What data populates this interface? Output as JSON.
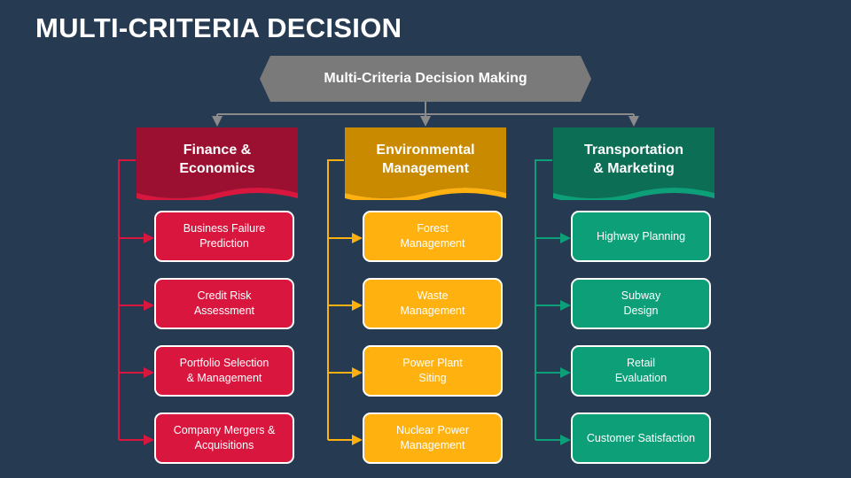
{
  "title": "MULTI-CRITERIA DECISION",
  "root": "Multi-Criteria Decision Making",
  "colors": {
    "background": "#263a52",
    "root": "#7a7a7a",
    "finance_head": "#9b1030",
    "finance_node": "#d8163e",
    "environmental_head": "#c98a00",
    "environmental_node": "#ffb20f",
    "transportation_head": "#0b6e55",
    "transportation_node": "#0c9f78"
  },
  "columns": [
    {
      "heading": [
        "Finance &",
        "Economics"
      ],
      "items": [
        [
          "Business Failure",
          "Prediction"
        ],
        [
          "Credit Risk",
          "Assessment"
        ],
        [
          "Portfolio Selection",
          "& Management"
        ],
        [
          "Company Mergers &",
          "Acquisitions"
        ]
      ]
    },
    {
      "heading": [
        "Environmental",
        "Management"
      ],
      "items": [
        [
          "Forest",
          "Management"
        ],
        [
          "Waste",
          "Management"
        ],
        [
          "Power Plant",
          "Siting"
        ],
        [
          "Nuclear Power",
          "Management"
        ]
      ]
    },
    {
      "heading": [
        "Transportation",
        "& Marketing"
      ],
      "items": [
        [
          "Highway Planning"
        ],
        [
          "Subway",
          "Design"
        ],
        [
          "Retail",
          "Evaluation"
        ],
        [
          "Customer Satisfaction"
        ]
      ]
    }
  ]
}
